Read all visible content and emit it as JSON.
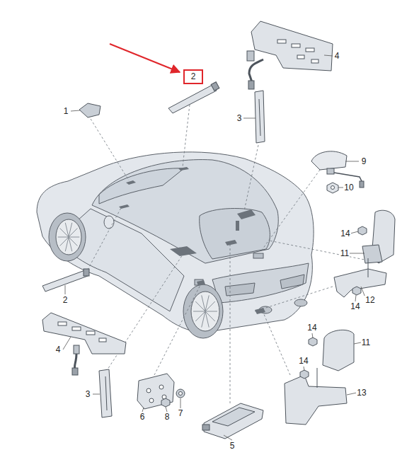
{
  "diagram": {
    "nodes": [
      {
        "text": [
          "2"
        ]
      }
    ],
    "labels": [
      "4",
      "1",
      "3",
      "9",
      "10",
      "14",
      "11",
      "12",
      "2",
      "14",
      "14",
      "11",
      "4",
      "14",
      "13",
      "3",
      "7",
      "6",
      "8",
      "5"
    ]
  }
}
